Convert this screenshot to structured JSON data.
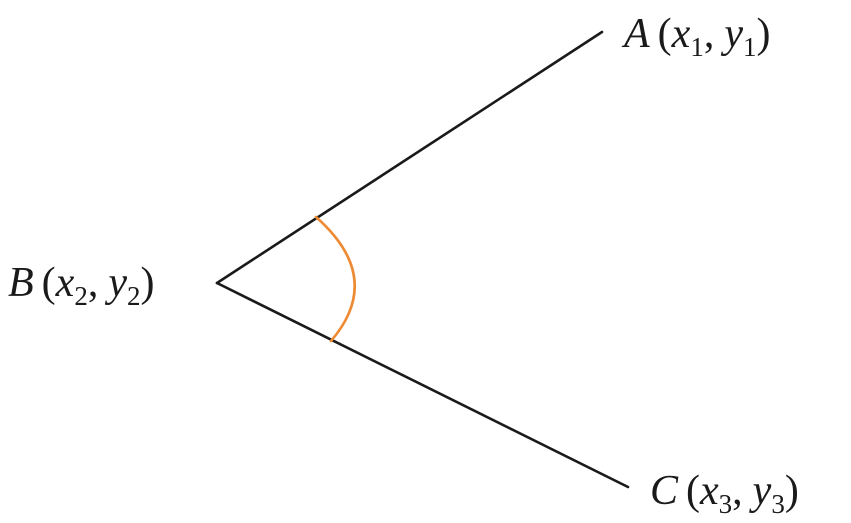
{
  "colors": {
    "line": "#1a1a1a",
    "arc": "#ee8a33",
    "text": "#1a1a1a"
  },
  "points": {
    "A": {
      "name": "A",
      "open": "(",
      "x_var": "x",
      "x_sub": "1",
      "sep": ",",
      "y_var": "y",
      "y_sub": "1",
      "close": ")"
    },
    "B": {
      "name": "B",
      "open": "(",
      "x_var": "x",
      "x_sub": "2",
      "sep": ",",
      "y_var": "y",
      "y_sub": "2",
      "close": ")"
    },
    "C": {
      "name": "C",
      "open": "(",
      "x_var": "x",
      "x_sub": "3",
      "sep": ",",
      "y_var": "y",
      "y_sub": "3",
      "close": ")"
    }
  }
}
